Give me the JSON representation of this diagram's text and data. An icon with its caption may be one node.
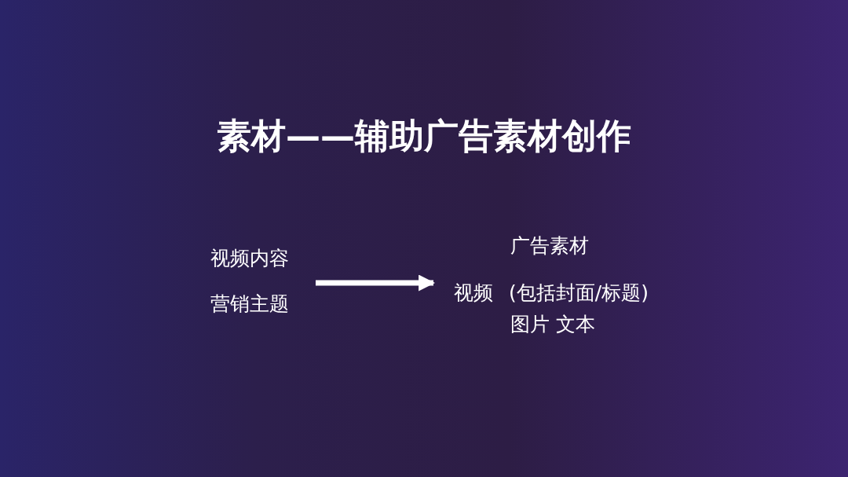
{
  "diagram": {
    "title": "素材——辅助广告素材创作",
    "nodes": [
      {
        "text": [
          "视频内容",
          "营销主题"
        ]
      },
      {
        "text": [
          "广告素材",
          "视频",
          "(包括封面/标题)",
          "图片 文本"
        ]
      }
    ],
    "edges": [
      {
        "from": 0,
        "to": 1,
        "arrow": "to"
      }
    ]
  }
}
